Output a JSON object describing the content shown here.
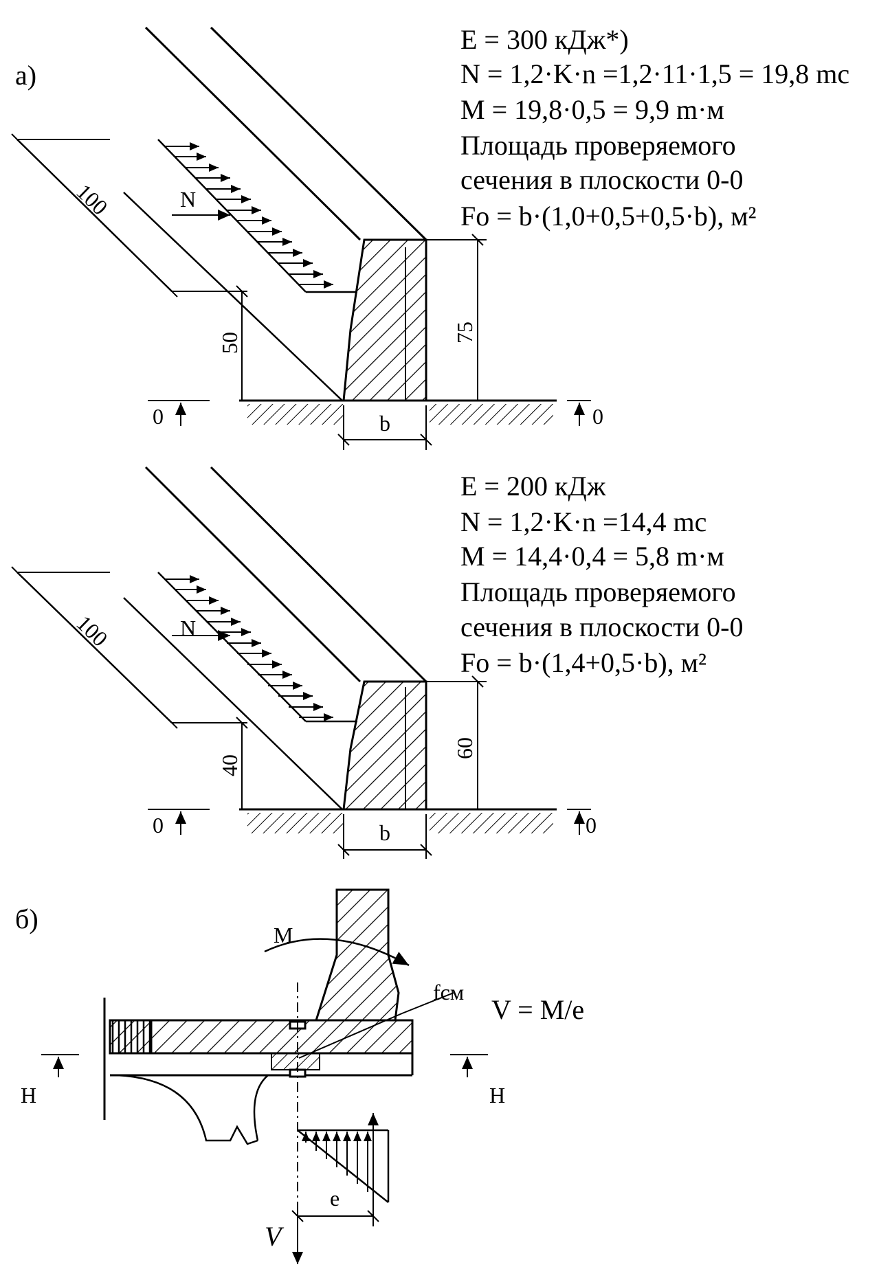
{
  "panel_a": {
    "label": "а)",
    "case1": {
      "lines": [
        "E = 300 кДж*)",
        "N = 1,2·K·n =1,2·11·1,5 = 19,8 mc",
        "M = 19,8·0,5 = 9,9 m·м",
        "Площадь проверяемого",
        "сечения в плоскости 0-0",
        "Fo = b·(1,0+0,5+0,5·b), м²"
      ],
      "dims": {
        "slope": "100",
        "lower": "50",
        "height": "75",
        "width": "b"
      },
      "force": "N",
      "section_left": "0",
      "section_right": "0"
    },
    "case2": {
      "lines": [
        "E = 200 кДж",
        "N = 1,2·K·n =14,4 mc",
        "M = 14,4·0,4 = 5,8 m·м",
        "Площадь проверяемого",
        "сечения в плоскости 0-0",
        "Fo = b·(1,4+0,5·b), м²"
      ],
      "dims": {
        "slope": "100",
        "lower": "40",
        "height": "60",
        "width": "b"
      },
      "force": "N",
      "section_left": "0",
      "section_right": "0"
    }
  },
  "panel_b": {
    "label": "б)",
    "moment": "M",
    "stress_label": "fсм",
    "equation": "V = M/e",
    "section_left": "H",
    "section_right": "H",
    "eccentricity": "e",
    "reaction": "V"
  }
}
